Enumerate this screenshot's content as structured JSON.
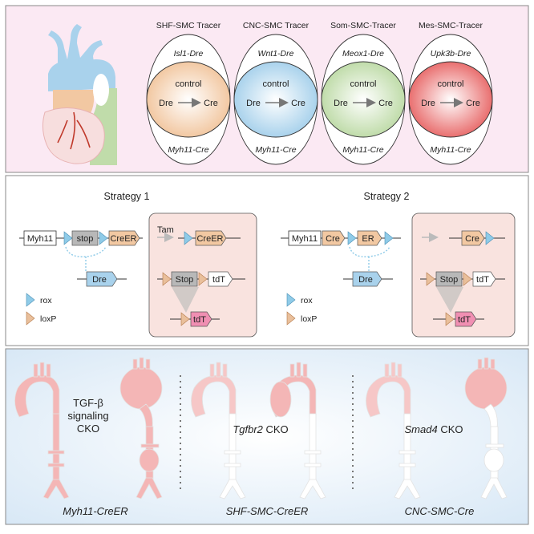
{
  "colors": {
    "panel1_bg": "#fbe9f3",
    "panel2_bg": "#ffffff",
    "panel3_bg": "#e3eef8",
    "shf": "#f2c8a2",
    "cnc": "#a9d2ec",
    "som": "#c0dcaa",
    "mes": "#e96f6f",
    "rox": "#8fcbe8",
    "loxp": "#e9bf9b",
    "aorta_pink": "#f4b6b6",
    "aorta_white": "#ffffff",
    "stop_gray": "#b8b8b8",
    "tdt_pink": "#f08fb2",
    "box_bg": "#f9e3df"
  },
  "panel1": {
    "tracers": [
      {
        "title": "SHF-SMC Tracer",
        "dre": "Isl1-Dre",
        "cre": "Myh11-Cre",
        "control": "control",
        "left": "Dre",
        "right": "Cre",
        "color_key": "shf"
      },
      {
        "title": "CNC-SMC Tracer",
        "dre": "Wnt1-Dre",
        "cre": "Myh11-Cre",
        "control": "control",
        "left": "Dre",
        "right": "Cre",
        "color_key": "cnc"
      },
      {
        "title": "Som-SMC-Tracer",
        "dre": "Meox1-Dre",
        "cre": "Myh11-Cre",
        "control": "control",
        "left": "Dre",
        "right": "Cre",
        "color_key": "som"
      },
      {
        "title": "Mes-SMC-Tracer",
        "dre": "Upk3b-Dre",
        "cre": "Myh11-Cre",
        "control": "control",
        "left": "Dre",
        "right": "Cre",
        "color_key": "mes"
      }
    ]
  },
  "panel2": {
    "strategy1": {
      "title": "Strategy 1",
      "gene": "Myh11",
      "stop": "stop",
      "creer": "CreER",
      "dre": "Dre",
      "tam": "Tam",
      "stop_box": "Stop",
      "tdt": "tdT",
      "legend_rox": "rox",
      "legend_loxp": "loxP"
    },
    "strategy2": {
      "title": "Strategy 2",
      "gene": "Myh11",
      "cre": "Cre",
      "er": "ER",
      "dre": "Dre",
      "stop_box": "Stop",
      "tdt": "tdT",
      "legend_rox": "rox",
      "legend_loxp": "loxP"
    }
  },
  "panel3": {
    "label1": "TGF-β signaling CKO",
    "label1_lines": [
      "TGF-β",
      "signaling",
      "CKO"
    ],
    "label2_gene": "Tgfbr2",
    "label2_suffix": " CKO",
    "label3_gene": "Smad4",
    "label3_suffix": " CKO",
    "footer1": "Myh11-CreER",
    "footer2": "SHF-SMC-CreER",
    "footer3": "CNC-SMC-Cre"
  }
}
